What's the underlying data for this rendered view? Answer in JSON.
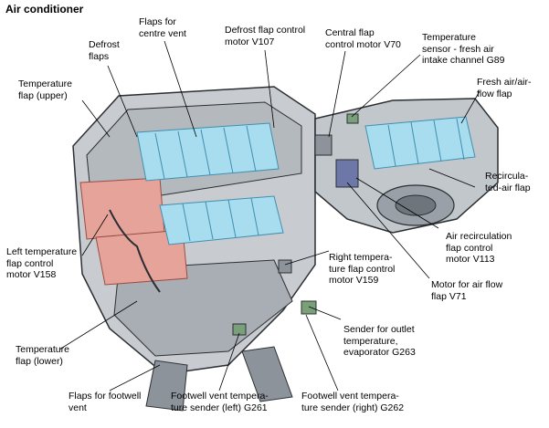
{
  "title": "Air conditioner",
  "labels": {
    "defrost_flaps": "Defrost\nflaps",
    "flaps_centre_vent": "Flaps for\ncentre vent",
    "defrost_motor": "Defrost flap control\nmotor V107",
    "central_motor": "Central flap\ncontrol motor V70",
    "temp_sensor_fresh": "Temperature\nsensor - fresh air\nintake channel G89",
    "fresh_air_flap": "Fresh air/air-\nflow flap",
    "temp_flap_upper": "Temperature\nflap (upper)",
    "recirc_flap": "Recircula-\nted-air flap",
    "air_recirc_motor": "Air recirculation\nflap control\nmotor V113",
    "left_temp_motor": "Left temperature\nflap control\nmotor V158",
    "right_temp_motor": "Right tempera-\nture flap control\nmotor V159",
    "motor_air_flow": "Motor for air flow\nflap V71",
    "sender_outlet": "Sender for outlet\ntemperature,\nevaporator G263",
    "temp_flap_lower": "Temperature\nflap (lower)",
    "flaps_footwell": "Flaps for footwell\nvent",
    "footwell_left": "Footwell vent tempera-\nture sender (left) G261",
    "footwell_right": "Footwell vent tempera-\nture sender (right) G262"
  },
  "colors": {
    "housing": "#c8ccd0",
    "housing_dark": "#7a8088",
    "outline": "#2b2f33",
    "flap_blue": "#a8dcef",
    "flap_red": "#e6a39a",
    "leader": "#000000"
  }
}
